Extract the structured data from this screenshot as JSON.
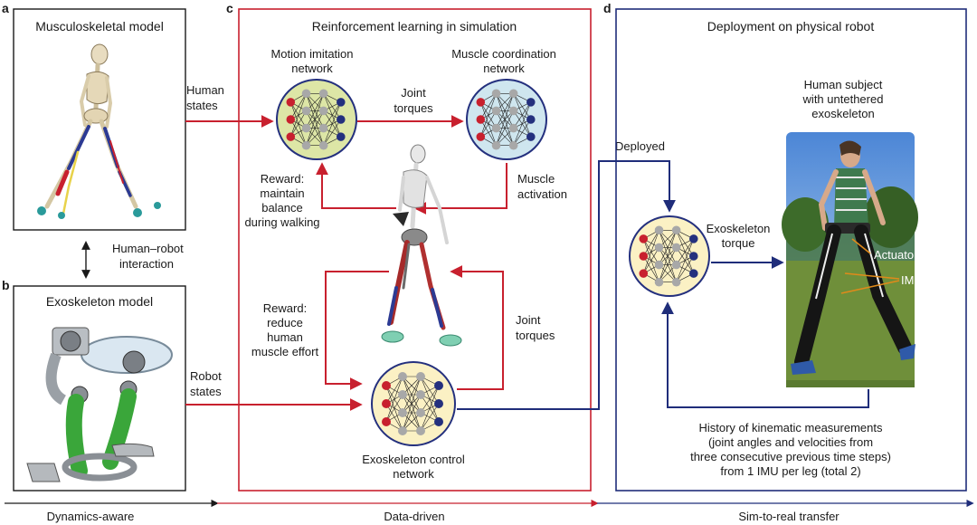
{
  "colors": {
    "red": "#c8202e",
    "blue": "#1f2d7a",
    "green_net": "#dde6a6",
    "blue_net": "#cfe6ef",
    "yellow_net": "#fbf1c4",
    "node_grey": "#a8a8a8",
    "node_red": "#c8202e",
    "node_blue": "#24307e"
  },
  "panels": {
    "a": {
      "letter": "a",
      "title": "Musculoskeletal model"
    },
    "b": {
      "letter": "b",
      "title": "Exoskeleton model"
    },
    "c": {
      "letter": "c",
      "title": "Reinforcement learning in simulation"
    },
    "d": {
      "letter": "d",
      "title": "Deployment on physical robot"
    }
  },
  "interaction": [
    "Human–robot",
    "interaction"
  ],
  "inputs": {
    "human_states": [
      "Human",
      "states"
    ],
    "robot_states": [
      "Robot",
      "states"
    ]
  },
  "networks": {
    "motion": [
      "Motion imitation",
      "network"
    ],
    "muscle": [
      "Muscle coordination",
      "network"
    ],
    "exo": [
      "Exoskeleton control",
      "network"
    ]
  },
  "edges": {
    "joint_torques_top": [
      "Joint",
      "torques"
    ],
    "muscle_activation": [
      "Muscle",
      "activation"
    ],
    "reward_balance": [
      "Reward:",
      "maintain",
      "balance",
      "during walking"
    ],
    "reward_effort": [
      "Reward:",
      "reduce",
      "human",
      "muscle effort"
    ],
    "joint_torques_right": [
      "Joint",
      "torques"
    ]
  },
  "deployment": {
    "deployed": "Deployed",
    "exo_torque": [
      "Exoskeleton",
      "torque"
    ],
    "subject": [
      "Human subject",
      "with untethered",
      "exoskeleton"
    ],
    "actuator": "Actuator",
    "imus": "IMUs",
    "history": [
      "History of kinematic measurements",
      "(joint angles and velocities from",
      "three consecutive previous time steps)",
      "from 1 IMU per leg (total 2)"
    ]
  },
  "bottom": {
    "dynamics": "Dynamics-aware",
    "data": "Data-driven",
    "sim2real": "Sim-to-real transfer"
  },
  "icons": [
    "skeleton-figure-icon",
    "exoskeleton-device-icon",
    "walking-skeleton-icon",
    "person-photo-icon",
    "neural-network-icon"
  ]
}
